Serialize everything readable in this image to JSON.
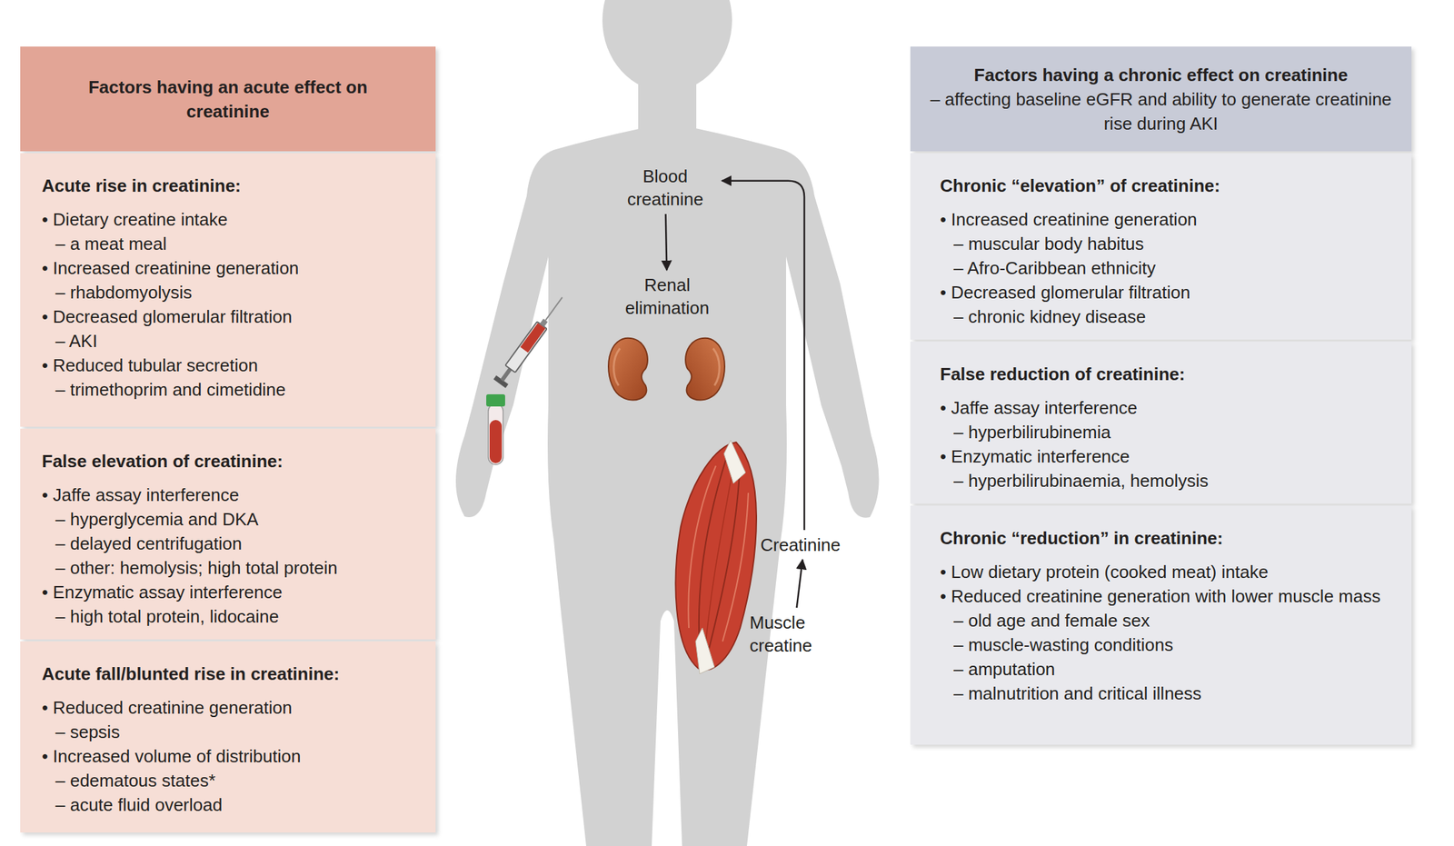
{
  "diagram": {
    "nodes": [
      {
        "text": [
          "Factors having an acute effect on creatinine"
        ]
      },
      {
        "text": [
          "Acute rise in creatinine:",
          "• Dietary creatine intake",
          "– a meat meal",
          "• Increased creatinine generation",
          "– rhabdomyolysis",
          "• Decreased glomerular filtration",
          "– AKI",
          "• Reduced tubular secretion",
          "– trimethoprim and cimetidine"
        ]
      },
      {
        "text": [
          "False elevation of creatinine:",
          "• Jaffe assay interference",
          "– hyperglycemia and DKA",
          "– delayed centrifugation",
          "– other: hemolysis; high total protein",
          "• Enzymatic assay interference",
          "– high total protein, lidocaine"
        ]
      },
      {
        "text": [
          "Acute fall/blunted rise in creatinine:",
          "• Reduced creatinine generation",
          "– sepsis",
          "• Increased volume of distribution",
          "– edematous states*",
          "– acute fluid overload"
        ]
      },
      {
        "text": [
          "Blood creatinine"
        ]
      },
      {
        "text": [
          "Renal elimination"
        ]
      },
      {
        "text": [
          "Creatinine"
        ]
      },
      {
        "text": [
          "Muscle creatine"
        ]
      },
      {
        "text": [
          "Factors having a chronic effect on creatinine",
          "– affecting baseline eGFR and ability to generate creatinine rise during AKI"
        ]
      },
      {
        "text": [
          "Chronic “elevation” of creatinine:",
          "• Increased creatinine generation",
          "– muscular body habitus",
          "– Afro-Caribbean ethnicity",
          "• Decreased glomerular filtration",
          "– chronic kidney disease"
        ]
      },
      {
        "text": [
          "False reduction of creatinine:",
          "• Jaffe assay interference",
          "– hyperbilirubinemia",
          "• Enzymatic interference",
          "– hyperbilirubinaemia, hemolysis"
        ]
      },
      {
        "text": [
          "Chronic “reduction” in creatinine:",
          "• Low dietary protein (cooked meat) intake",
          "• Reduced creatinine generation with lower muscle mass",
          "– old age and female sex",
          "– muscle-wasting conditions",
          "– amputation",
          "– malnutrition and critical illness"
        ]
      }
    ],
    "edges": [
      {
        "from": 4,
        "to": 5,
        "arrow": "to"
      },
      {
        "from": 7,
        "to": 6,
        "arrow": "to"
      },
      {
        "from": 6,
        "to": 4,
        "arrow": "to"
      }
    ]
  }
}
